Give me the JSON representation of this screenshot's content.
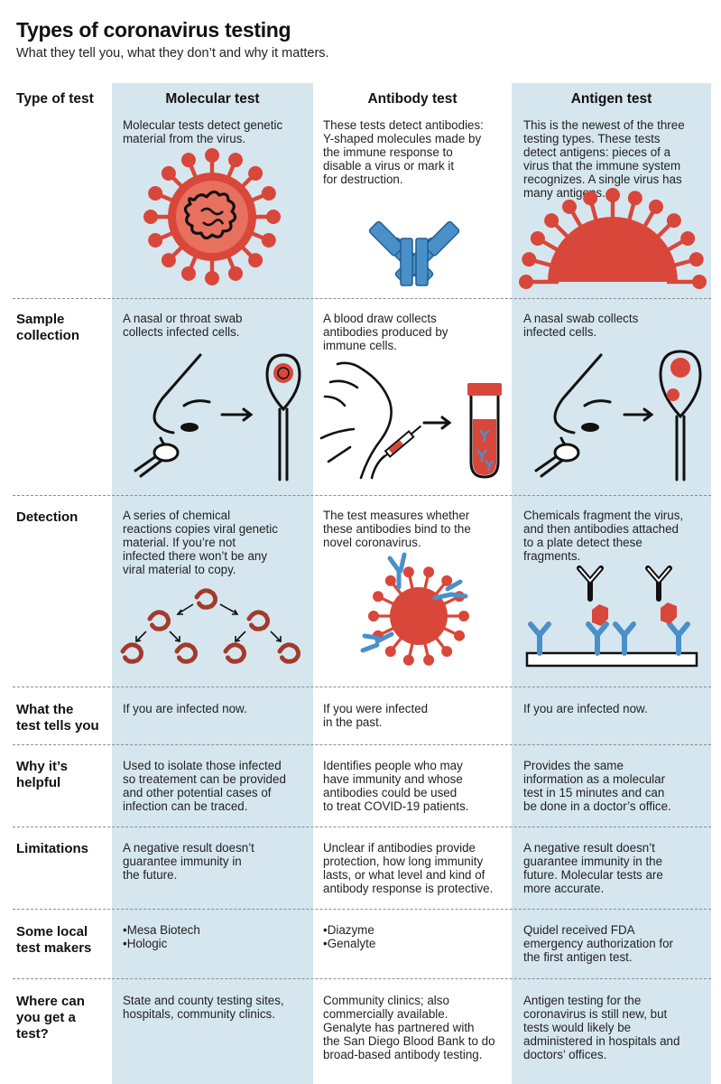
{
  "title": "Types of coronavirus testing",
  "subtitle": "What they tell you, what they don’t and why it matters.",
  "header": {
    "row_label": "Type of test",
    "molecular": "Molecular test",
    "antibody": "Antibody test",
    "antigen": "Antigen test"
  },
  "rows": {
    "intro": {
      "molecular": "Molecular tests detect genetic\nmaterial from the virus.",
      "antibody": "These tests detect antibodies:\nY-shaped molecules made by\nthe immune response to\ndisable a virus or mark it\nfor destruction.",
      "antigen": "This is the newest of the three\ntesting types. These tests\ndetect antigens: pieces of a\nvirus that the immune system\nrecognizes. A single virus has\nmany antigens."
    },
    "sample": {
      "label": "Sample\ncollection",
      "molecular": "A nasal or throat swab\ncollects infected cells.",
      "antibody": "A blood draw collects\nantibodies produced by\nimmune cells.",
      "antigen": "A nasal swab collects\ninfected cells."
    },
    "detection": {
      "label": "Detection",
      "molecular": "A series of chemical\nreactions copies viral genetic\nmaterial. If you’re not\ninfected there won’t be any\nviral material to copy.",
      "antibody": "The test measures whether\nthese antibodies bind to the\nnovel coronavirus.",
      "antigen": "Chemicals fragment the virus,\nand then antibodies attached\nto a plate detect these\nfragments."
    },
    "tells": {
      "label": "What the\ntest tells you",
      "molecular": "If you are infected now.",
      "antibody": "If you were infected\nin the past.",
      "antigen": "If you are infected now."
    },
    "helpful": {
      "label": "Why it’s\nhelpful",
      "molecular": "Used to isolate those infected\nso treatement can be provided\nand other potential cases of\ninfection can be traced.",
      "antibody": "Identifies people who may\nhave immunity and whose\nantibodies could be used\nto treat COVID-19 patients.",
      "antigen": "Provides the same\ninformation as a molecular\ntest in 15 minutes and can\nbe done in a doctor’s office."
    },
    "limitations": {
      "label": "Limitations",
      "molecular": "A negative result doesn’t\nguarantee immunity in\nthe future.",
      "antibody": "Unclear if antibodies provide\nprotection, how long immunity\nlasts, or what level and kind of\nantibody response is protective.",
      "antigen": "A negative result doesn’t\nguarantee immunity in the\nfuture. Molecular tests are\nmore accurate."
    },
    "makers": {
      "label": "Some local\ntest makers",
      "molecular": "•Mesa Biotech\n•Hologic",
      "antibody": "•Diazyme\n•Genalyte",
      "antigen": "Quidel received FDA\nemergency authorization for\nthe first antigen test."
    },
    "where": {
      "label": "Where can\nyou get a\ntest?",
      "molecular": "State and county testing sites,\nhospitals, community clinics.",
      "antibody": "Community clinics; also\ncommercially available.\nGenalyte has partnered with\nthe San Diego Blood Bank to do\nbroad-based antibody testing.",
      "antigen": "Antigen testing for the\ncoronavirus is still new, but\ntests would likely be\nadministered in hospitals and\ndoctors’ offices."
    }
  },
  "colors": {
    "column_shade": "#d6e6ef",
    "virus_red": "#d9473a",
    "antibody_blue": "#4a90c8",
    "divider": "#8d8d8d",
    "ink": "#111111"
  },
  "icons": [
    "coronavirus-icon",
    "antibody-icon",
    "antigen-half-virus-icon",
    "nose-swab-icon",
    "blood-draw-icon",
    "test-tube-icon",
    "rna-copy-icon",
    "antibody-binding-icon",
    "antigen-plate-icon"
  ]
}
